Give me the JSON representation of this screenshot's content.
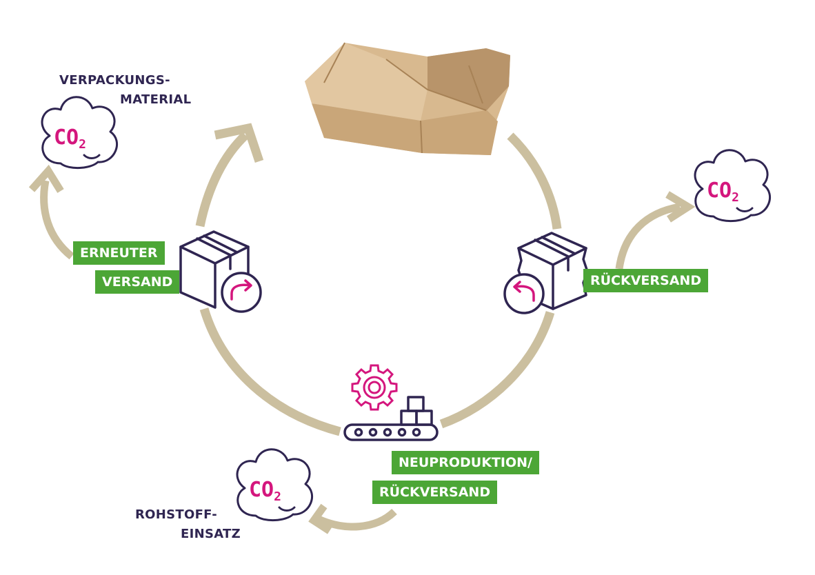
{
  "colors": {
    "arrow": "#cbbf9f",
    "navy": "#2f2551",
    "magenta": "#d4167d",
    "green": "#4ca636",
    "cardboard": "#c7a47a",
    "cardboard_dark": "#a78256"
  },
  "labels": {
    "packaging_line1": "VERPACKUNGS-",
    "packaging_line2": "MATERIAL",
    "raw_line1": "ROHSTOFF-",
    "raw_line2": "EINSATZ"
  },
  "tags": {
    "resend_line1": "ERNEUTER",
    "resend_line2": "VERSAND",
    "return": "RÜCKVERSAND",
    "newprod_line1": "NEUPRODUKTION/",
    "newprod_line2": "RÜCKVERSAND"
  },
  "co2": {
    "main": "CO",
    "sub": "2"
  },
  "icons": {
    "cloud": "co2-cloud-icon",
    "box_forward": "box-forward-arrow-icon",
    "box_return": "damaged-box-return-arrow-icon",
    "production": "gear-conveyor-icon",
    "cardboard": "crumpled-cardboard-box-image"
  }
}
